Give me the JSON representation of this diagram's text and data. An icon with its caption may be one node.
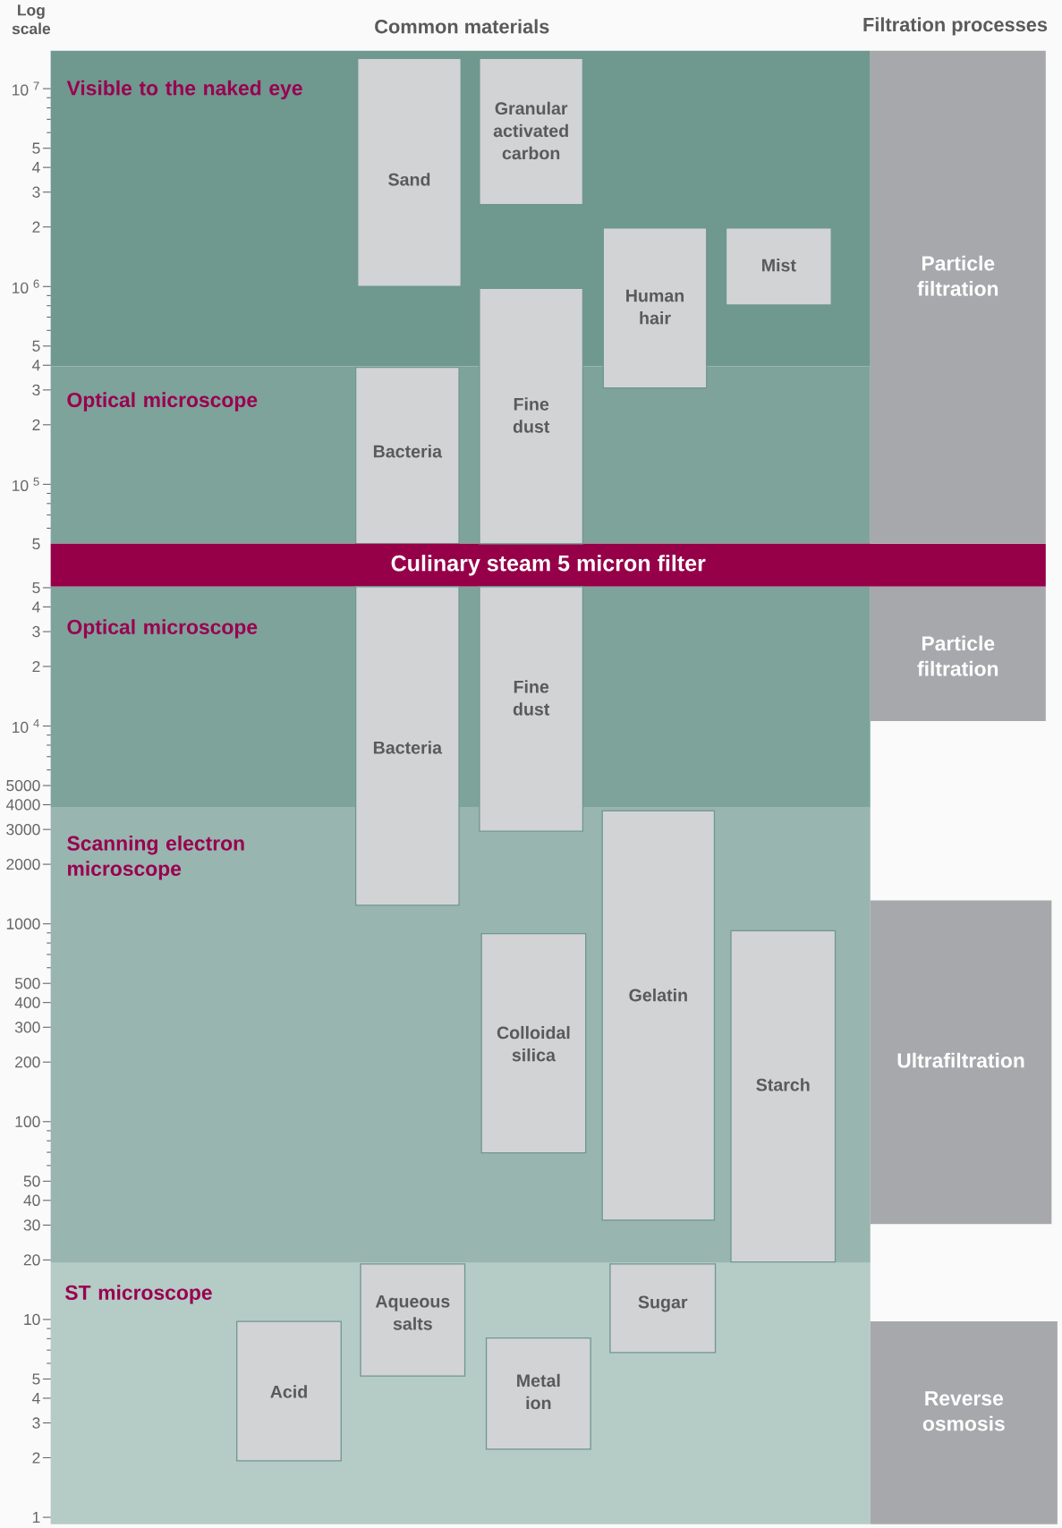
{
  "diagram": {
    "nodes": [
      {
        "text": [
          "Visible to the naked eye"
        ]
      },
      {
        "text": [
          "Optical microscope"
        ]
      },
      {
        "text": [
          "Culinary steam 5 micron filter"
        ]
      },
      {
        "text": [
          "Optical microscope"
        ]
      },
      {
        "text": [
          "Scanning electron microscope"
        ]
      },
      {
        "text": [
          "ST microscope"
        ]
      },
      {
        "text": [
          "Sand"
        ],
        "in": 0
      },
      {
        "text": [
          "Granular activated carbon"
        ],
        "in": 0
      },
      {
        "text": [
          "Human hair"
        ]
      },
      {
        "text": [
          "Mist"
        ],
        "in": 0
      },
      {
        "text": [
          "Fine dust"
        ]
      },
      {
        "text": [
          "Bacteria"
        ],
        "in": 1
      },
      {
        "text": [
          "Bacteria"
        ]
      },
      {
        "text": [
          "Fine dust"
        ]
      },
      {
        "text": [
          "Gelatin"
        ],
        "in": 4
      },
      {
        "text": [
          "Colloidal silica"
        ],
        "in": 4
      },
      {
        "text": [
          "Starch"
        ],
        "in": 4
      },
      {
        "text": [
          "Aqueous salts"
        ],
        "in": 5
      },
      {
        "text": [
          "Sugar"
        ],
        "in": 5
      },
      {
        "text": [
          "Acid"
        ],
        "in": 5
      },
      {
        "text": [
          "Metal ion"
        ],
        "in": 5
      },
      {
        "text": [
          "Particle filtration"
        ]
      },
      {
        "text": [
          "Particle filtration"
        ]
      },
      {
        "text": [
          "Ultrafiltration"
        ]
      },
      {
        "text": [
          "Reverse osmosis"
        ]
      }
    ],
    "labels": [
      "Log scale",
      "Common materials",
      "Filtration processes",
      "10 $^{7}$",
      "5",
      "4",
      "3",
      "2",
      "10 $^{6}$",
      "5",
      "4",
      "3",
      "2",
      "10 $^{5}$",
      "5",
      "5",
      "4",
      "3",
      "2",
      "10 $^{4}$",
      "5000",
      "4000",
      "3000",
      "2000",
      "1000",
      "500",
      "400",
      "300",
      "200",
      "100",
      "50",
      "40",
      "30",
      "20",
      "10",
      "5",
      "4",
      "3",
      "2",
      "1"
    ]
  }
}
